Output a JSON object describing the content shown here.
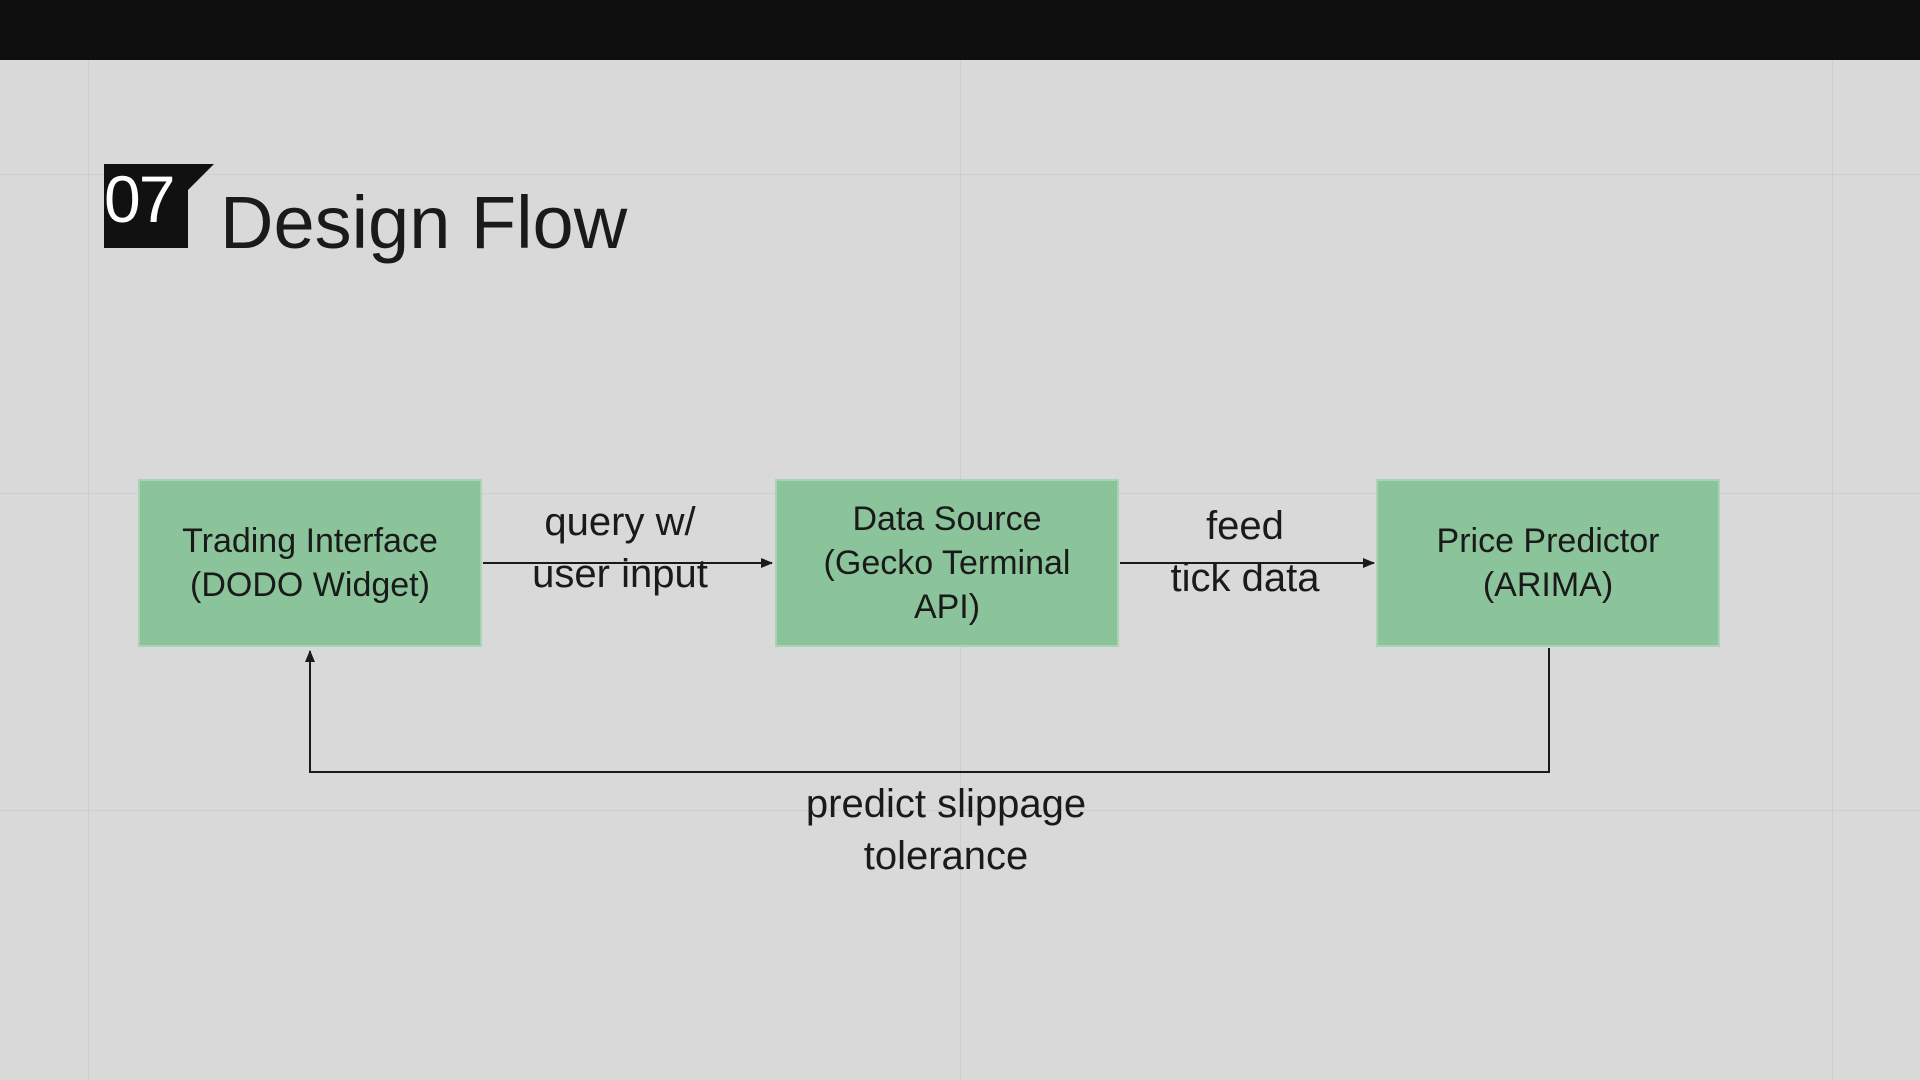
{
  "slide": {
    "section_number": "07",
    "title": "Design Flow"
  },
  "diagram": {
    "nodes": [
      {
        "id": "trading-interface",
        "lines": [
          "Trading Interface",
          "(DODO Widget)"
        ]
      },
      {
        "id": "data-source",
        "lines": [
          "Data Source",
          "(Gecko Terminal",
          "API)"
        ]
      },
      {
        "id": "price-predictor",
        "lines": [
          "Price Predictor",
          "(ARIMA)"
        ]
      }
    ],
    "edges": [
      {
        "from": "trading-interface",
        "to": "data-source",
        "label_lines": [
          "query w/",
          "user input"
        ]
      },
      {
        "from": "data-source",
        "to": "price-predictor",
        "label_lines": [
          "feed",
          "tick data"
        ]
      },
      {
        "from": "price-predictor",
        "to": "trading-interface",
        "label_lines": [
          "predict slippage",
          "tolerance"
        ]
      }
    ]
  },
  "colors": {
    "node_fill": "#8bc49b",
    "background": "#d9d9d9",
    "top_bar": "#0f0f0f",
    "text": "#1a1a1a"
  }
}
